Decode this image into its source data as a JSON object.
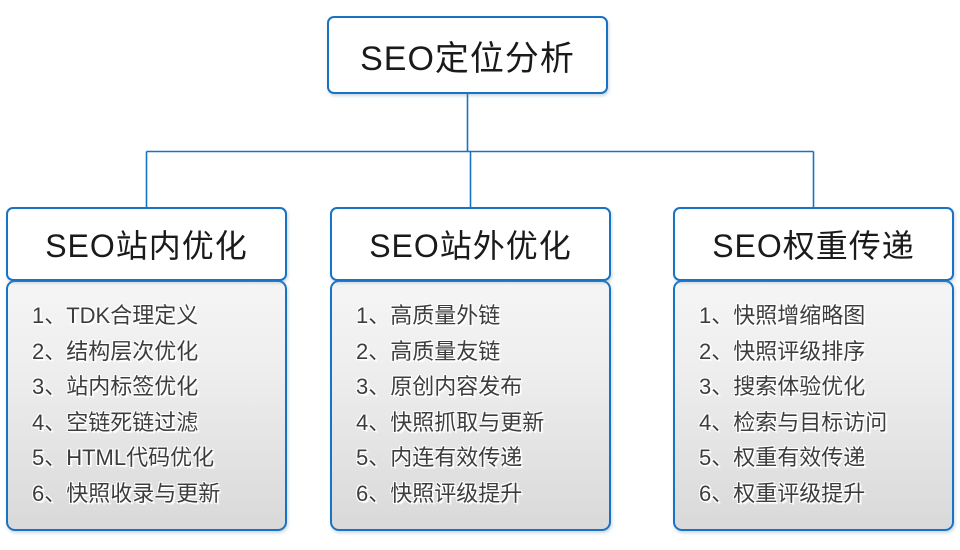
{
  "diagram": {
    "title": "SEO定位分析",
    "colors": {
      "accent_blue": "#1873c4",
      "panel_gradient_top": "#f5f5f5",
      "panel_gradient_bottom": "#d9d9d9",
      "item_text": "#3d3d3d",
      "heading_text": "#1a1a1a",
      "background": "#ffffff"
    },
    "branches": [
      {
        "title": "SEO站内优化",
        "items": [
          "1、TDK合理定义",
          "2、结构层次优化",
          "3、站内标签优化",
          "4、空链死链过滤",
          "5、HTML代码优化",
          "6、快照收录与更新"
        ]
      },
      {
        "title": "SEO站外优化",
        "items": [
          "1、高质量外链",
          "2、高质量友链",
          "3、原创内容发布",
          "4、快照抓取与更新",
          "5、内连有效传递",
          "6、快照评级提升"
        ]
      },
      {
        "title": "SEO权重传递",
        "items": [
          "1、快照增缩略图",
          "2、快照评级排序",
          "3、搜索体验优化",
          "4、检索与目标访问",
          "5、权重有效传递",
          "6、权重评级提升"
        ]
      }
    ]
  }
}
